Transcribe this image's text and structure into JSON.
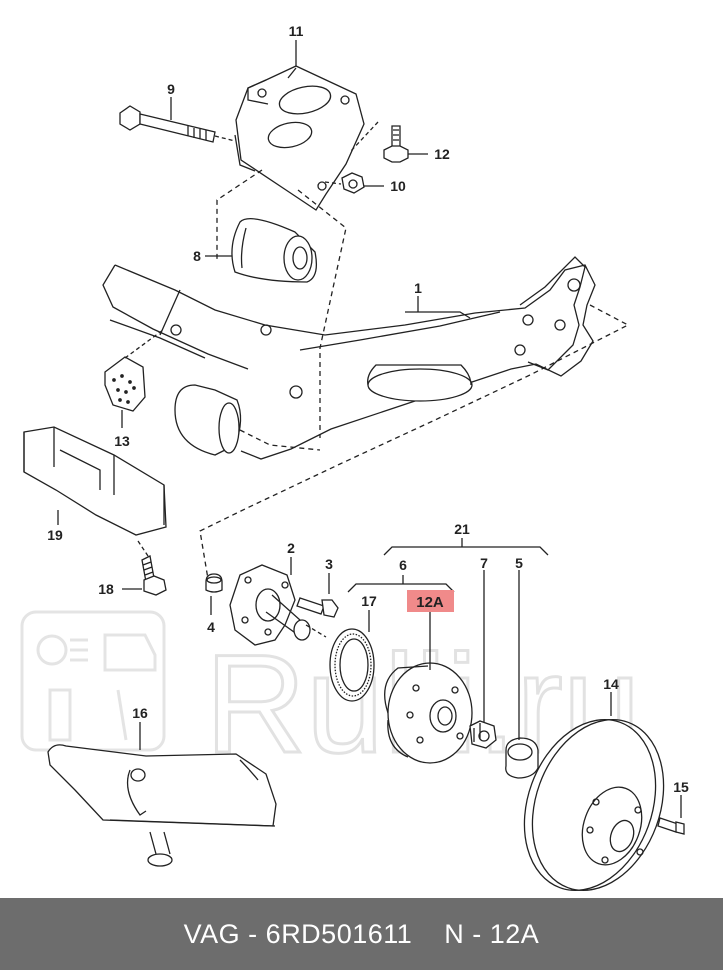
{
  "diagram": {
    "callouts": [
      {
        "id": "11",
        "label": "11"
      },
      {
        "id": "9",
        "label": "9"
      },
      {
        "id": "12",
        "label": "12"
      },
      {
        "id": "10",
        "label": "10"
      },
      {
        "id": "8",
        "label": "8"
      },
      {
        "id": "1",
        "label": "1"
      },
      {
        "id": "13",
        "label": "13"
      },
      {
        "id": "19",
        "label": "19"
      },
      {
        "id": "18",
        "label": "18"
      },
      {
        "id": "2",
        "label": "2"
      },
      {
        "id": "3",
        "label": "3"
      },
      {
        "id": "4",
        "label": "4"
      },
      {
        "id": "21",
        "label": "21"
      },
      {
        "id": "6",
        "label": "6"
      },
      {
        "id": "7",
        "label": "7"
      },
      {
        "id": "5",
        "label": "5"
      },
      {
        "id": "17",
        "label": "17"
      },
      {
        "id": "12A",
        "label": "12A"
      },
      {
        "id": "14",
        "label": "14"
      },
      {
        "id": "16",
        "label": "16"
      },
      {
        "id": "15",
        "label": "15"
      }
    ],
    "highlight_callout": "12A",
    "highlight_color": "#f08a8a",
    "line_color": "#222222",
    "watermark_text": "Rulli.ru",
    "watermark_color": "#e6e6e6"
  },
  "footer": {
    "brand": "VAG",
    "part_number": "6RD501611",
    "position": "N - 12A",
    "bg_color": "#6d6d6d",
    "text_color": "#ffffff"
  }
}
